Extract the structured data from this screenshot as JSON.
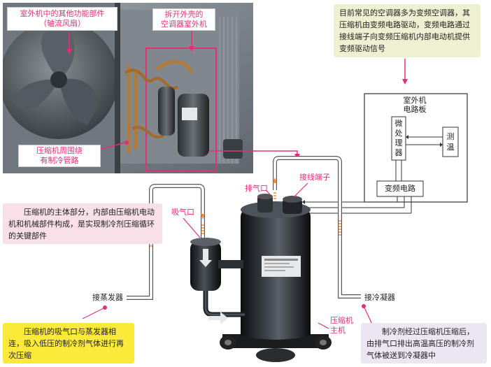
{
  "photo_labels": {
    "fan": [
      "室外机中的其他功能部件",
      "（轴流风扇）"
    ],
    "unit": [
      "拆开外壳的",
      "空调器室外机"
    ],
    "pipes": [
      "压缩机周围绕",
      "有制冷管路"
    ]
  },
  "notes": {
    "top_right": "目前常见的空调器多为变频空调器，其压缩机由变频电路驱动，变频电路通过接线端子向变频压缩机内部电动机提供变频驱动信号",
    "left_mid": "压缩机的主体部分，内部由压缩机电动机和机械部件构成，是实现制冷剂压缩循环的关键部件",
    "bottom_left": "压缩机的吸气口与蒸发器相连，吸入低压的制冷剂气体进行再次压缩",
    "bottom_right": "制冷剂经过压缩机压缩后，由排气口排出高温高压的制冷剂气体被送到冷凝器中"
  },
  "circuit": {
    "board": [
      "室外机",
      "电路板"
    ],
    "mcu": [
      "微",
      "处",
      "理",
      "器"
    ],
    "temp": [
      "测",
      "温"
    ],
    "inverter": "变频电路"
  },
  "callouts": {
    "exhaust": "排气口",
    "terminal": "接线端子",
    "suction": "吸气口",
    "evaporator": "接蒸发器",
    "condenser": "接冷凝器",
    "main": [
      "压缩机",
      "主机"
    ]
  },
  "colors": {
    "callout": "#e0307a",
    "note_green": "#eef0d2",
    "note_pink": "#f8dfe8",
    "note_yellow": "#fbea3a",
    "note_lavender": "#ece6f2"
  }
}
